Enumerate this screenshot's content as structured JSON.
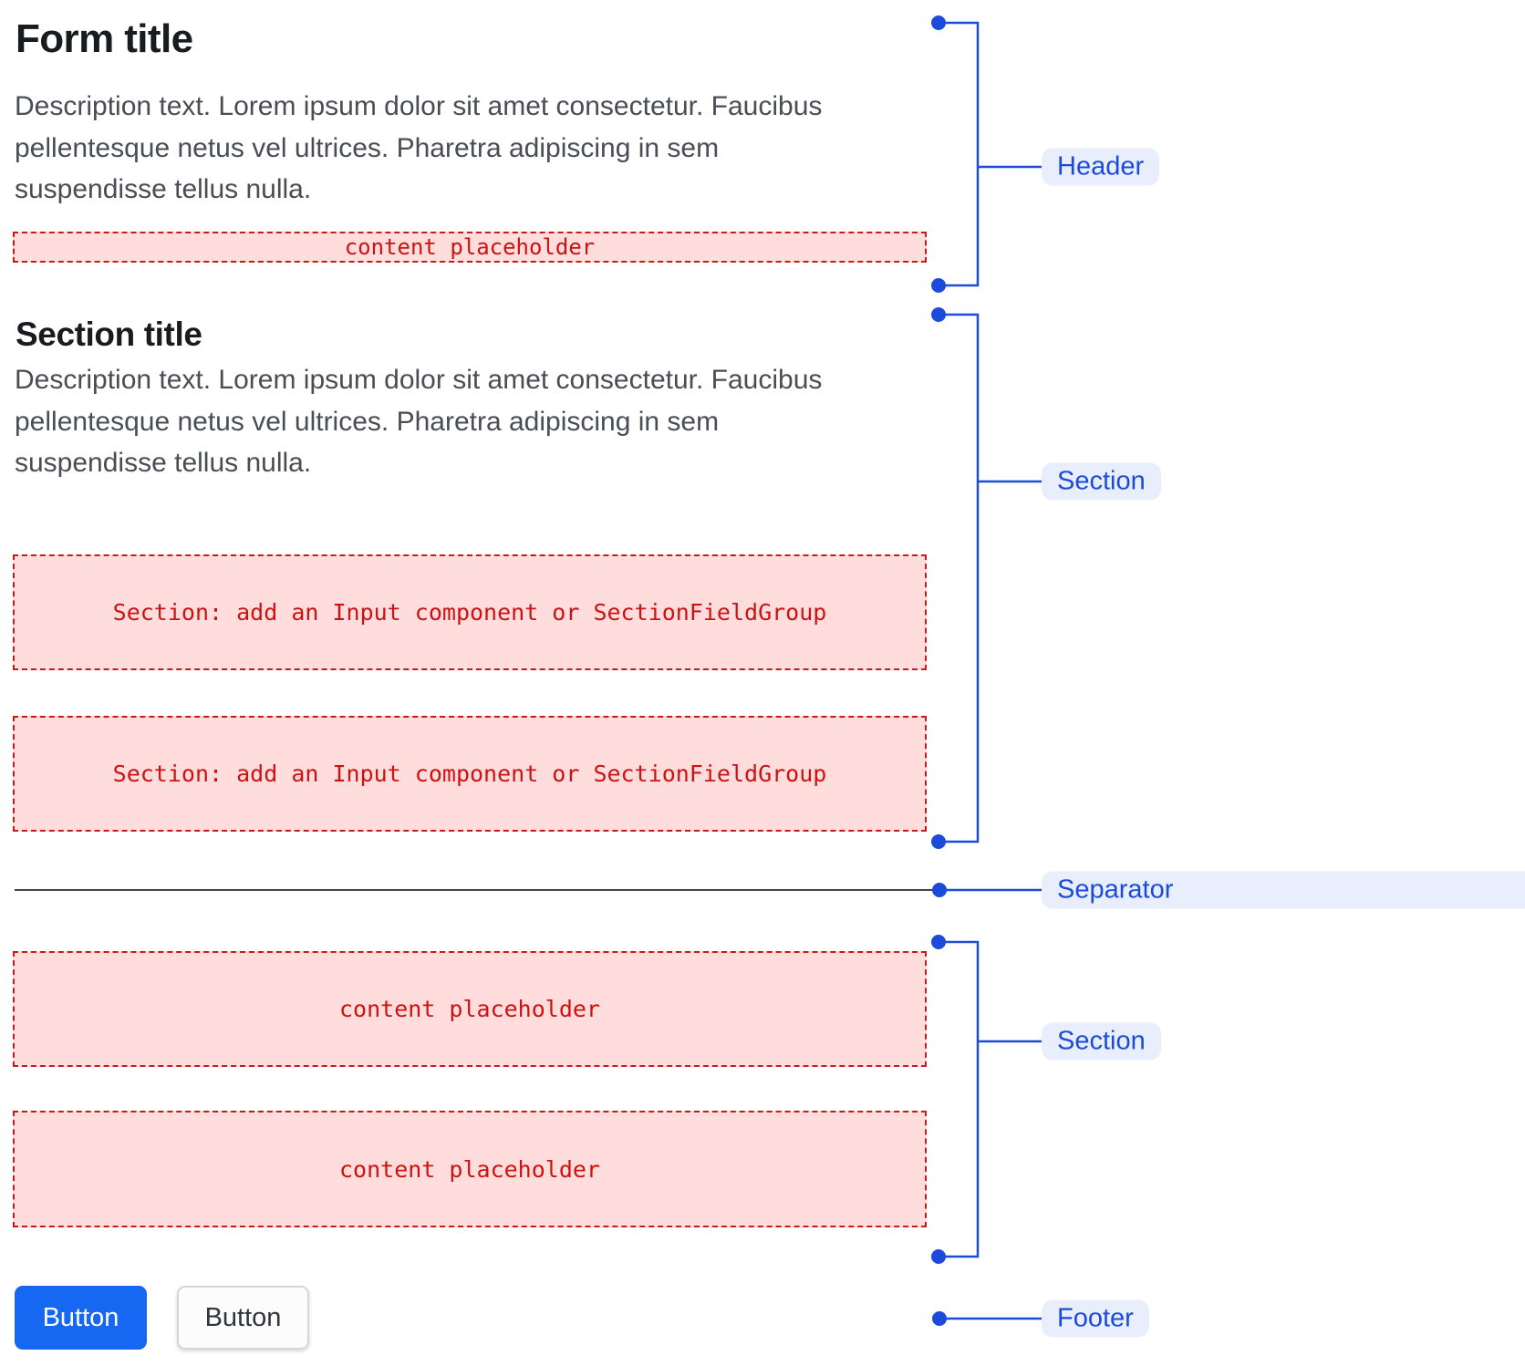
{
  "colors": {
    "annotation_blue": "#1c4bdc",
    "annotation_label_bg": "#e9eefc",
    "placeholder_bg": "#ffdddd",
    "placeholder_border": "#c8191b",
    "placeholder_text": "#ce1212",
    "primary_button_bg": "#1667f1",
    "title_text": "#1a1b1f",
    "description_text": "#4b4d55",
    "separator_line": "#41444b"
  },
  "header": {
    "title": "Form title",
    "description": "Description text. Lorem ipsum dolor sit amet consectetur. Faucibus pellentesque netus vel ultrices. Pharetra adipiscing in sem suspendisse tellus nulla.",
    "placeholder": "content placeholder"
  },
  "section1": {
    "title": "Section title",
    "description": "Description text. Lorem ipsum dolor sit amet consectetur. Faucibus pellentesque netus vel ultrices. Pharetra adipiscing in sem suspendisse tellus nulla.",
    "slot1": "Section: add an Input component or SectionFieldGroup",
    "slot2": "Section: add an Input component or SectionFieldGroup"
  },
  "section2": {
    "slot1": "content placeholder",
    "slot2": "content placeholder"
  },
  "footer": {
    "primary_button": "Button",
    "secondary_button": "Button"
  },
  "annotations": {
    "header": "Header",
    "section1": "Section",
    "separator": "Separator",
    "section2": "Section",
    "footer": "Footer"
  }
}
